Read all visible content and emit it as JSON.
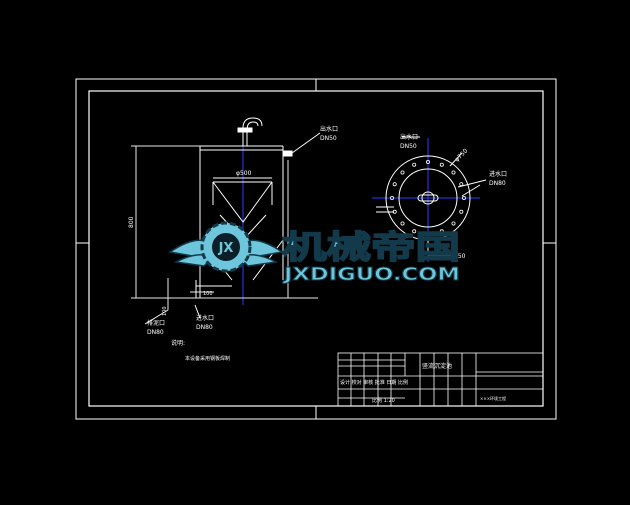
{
  "colors": {
    "background": "#000000",
    "line": "#ffffff",
    "center_line": "#2b3cff",
    "dimension": "#e8e8e8",
    "watermark_fill": "#6ec6dc",
    "watermark_stroke": "#123a4a"
  },
  "front_view": {
    "outlet_label": "出水口",
    "outlet_size": "DN50",
    "inner_dia": "φ500",
    "height_dim": "800",
    "bottom_dim_1": "100",
    "bottom_dim_2": "100",
    "drain_label": "排泥口",
    "drain_size": "DN80",
    "inlet_label": "进水口",
    "inlet_size": "DN80"
  },
  "top_view": {
    "outlet_label": "出水口",
    "outlet_size": "DN50",
    "inlet_label": "进水口",
    "inlet_size": "DN80",
    "dia_dim": "φ750",
    "offset_dim": "150"
  },
  "notes": {
    "title": "说明:",
    "line1": "本设备采用钢板焊制"
  },
  "title_block": {
    "drawing_name": "竖流沉淀池",
    "sign_row": "设计 校对 审核 批准 日期 比例",
    "scale_row": "比例  1:20",
    "unit": "×××环境工程"
  },
  "watermark": {
    "brand_cn": "机械帝国",
    "brand_url": "JXDIGUO.COM",
    "emblem": "JX"
  }
}
